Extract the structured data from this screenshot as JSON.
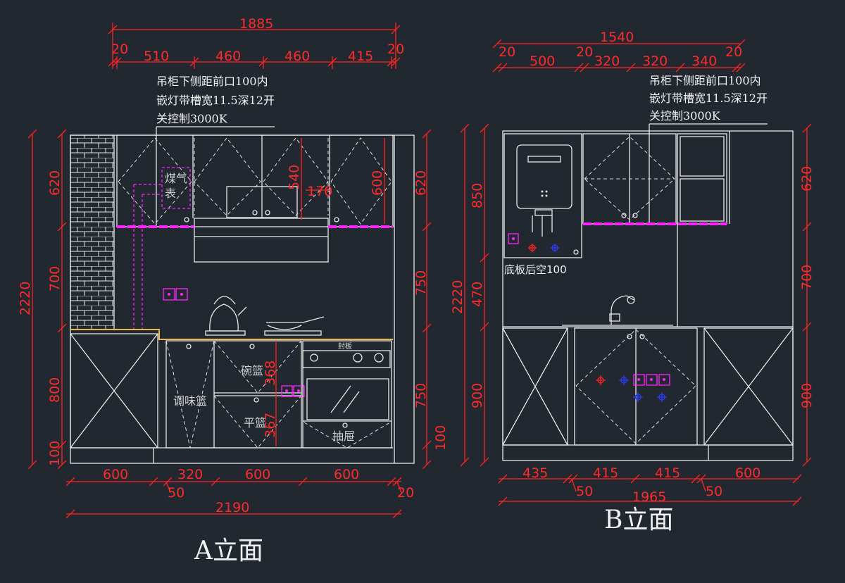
{
  "elevation_a": {
    "title": "A立面",
    "note_lines": [
      "吊柜下侧距前口100内",
      "嵌灯带槽宽11.5深12开",
      "关控制3000K"
    ],
    "top_total": "1885",
    "top_segments": [
      "20",
      "510",
      "460",
      "460",
      "415",
      "20"
    ],
    "left_total": "2220",
    "left_segments": [
      "620",
      "700",
      "800",
      "100"
    ],
    "right_segments": [
      "620",
      "750",
      "750",
      "100"
    ],
    "inner_dims": [
      "540",
      "170",
      "600",
      "368",
      "367"
    ],
    "bottom_segments": [
      "600",
      "320",
      "600",
      "600"
    ],
    "bottom_small": [
      "50",
      "20"
    ],
    "bottom_total": "2190",
    "labels": {
      "gas_meter_1": "煤气",
      "gas_meter_2": "表",
      "bowl_basket": "碗篮",
      "seasoning_basket": "调味篮",
      "flat_basket": "平篮",
      "drawer": "抽屉",
      "oven_brand": "封板"
    }
  },
  "elevation_b": {
    "title": "B立面",
    "note_lines": [
      "吊柜下侧距前口100内",
      "嵌灯带槽宽11.5深12开",
      "关控制3000K"
    ],
    "top_total": "1540",
    "top_segments": [
      "20",
      "500",
      "20",
      "320",
      "320",
      "340",
      "20"
    ],
    "left_total": "2220",
    "left_segments": [
      "850",
      "470",
      "900"
    ],
    "right_segments": [
      "620",
      "700",
      "900"
    ],
    "bottom_segments": [
      "435",
      "415",
      "415",
      "600"
    ],
    "bottom_small": [
      "50",
      "50"
    ],
    "bottom_total": "1965",
    "labels": {
      "base_gap": "底板后空100"
    }
  },
  "colors": {
    "background": "#212830",
    "dimension": "#ff2a2a",
    "outline": "#e8e8e8",
    "electrical": "#ff22ff",
    "water": "#1a3cff"
  }
}
